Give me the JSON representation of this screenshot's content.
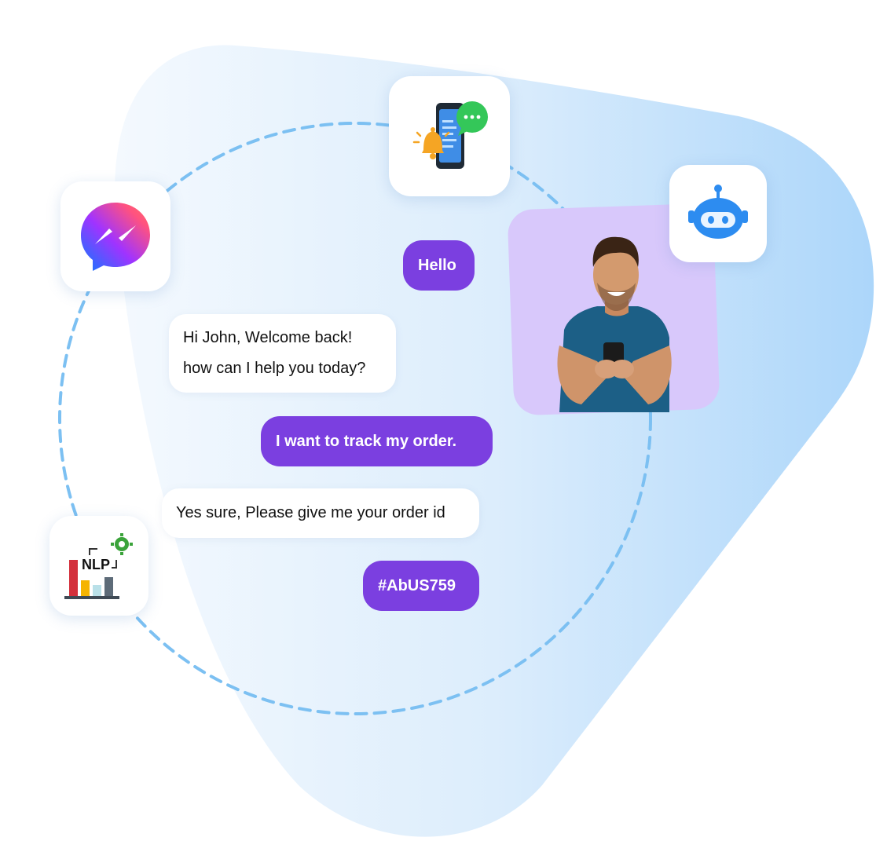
{
  "colors": {
    "accent_purple": "#7b3fe0",
    "dash_blue": "#7cc0f2",
    "blob_light": "#eef6fd",
    "blob_dark": "#b1d9fb",
    "photo_bg": "#d8c8fb",
    "robot_blue": "#2d8cf0"
  },
  "icons": {
    "notification": "phone-bell-chat-icon",
    "messenger": "messenger-icon",
    "robot": "chatbot-robot-icon",
    "nlp": "nlp-chart-icon"
  },
  "nlp_label": "NLP",
  "chat": {
    "msg1": "Hello",
    "msg2_line1": "Hi John, Welcome back!",
    "msg2_line2": "how can I help you today?",
    "msg3": "I want to track my order.",
    "msg4": "Yes sure, Please give me your order id",
    "msg5": "#AbUS759"
  }
}
